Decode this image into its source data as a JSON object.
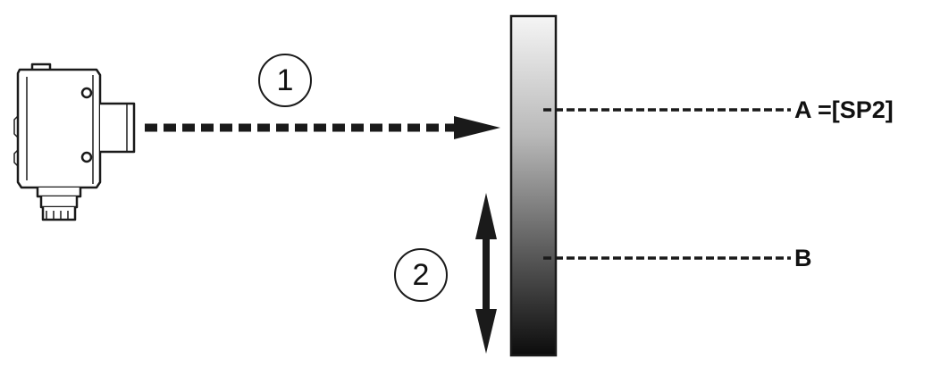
{
  "step_markers": {
    "one": "1",
    "two": "2"
  },
  "positions": {
    "a": "A =[SP2]",
    "b": "B"
  },
  "colors": {
    "line": "#1a1a1a",
    "sensor_body": "#e8e8e8",
    "target_top": "#f4f4f4",
    "target_bottom": "#111111"
  }
}
